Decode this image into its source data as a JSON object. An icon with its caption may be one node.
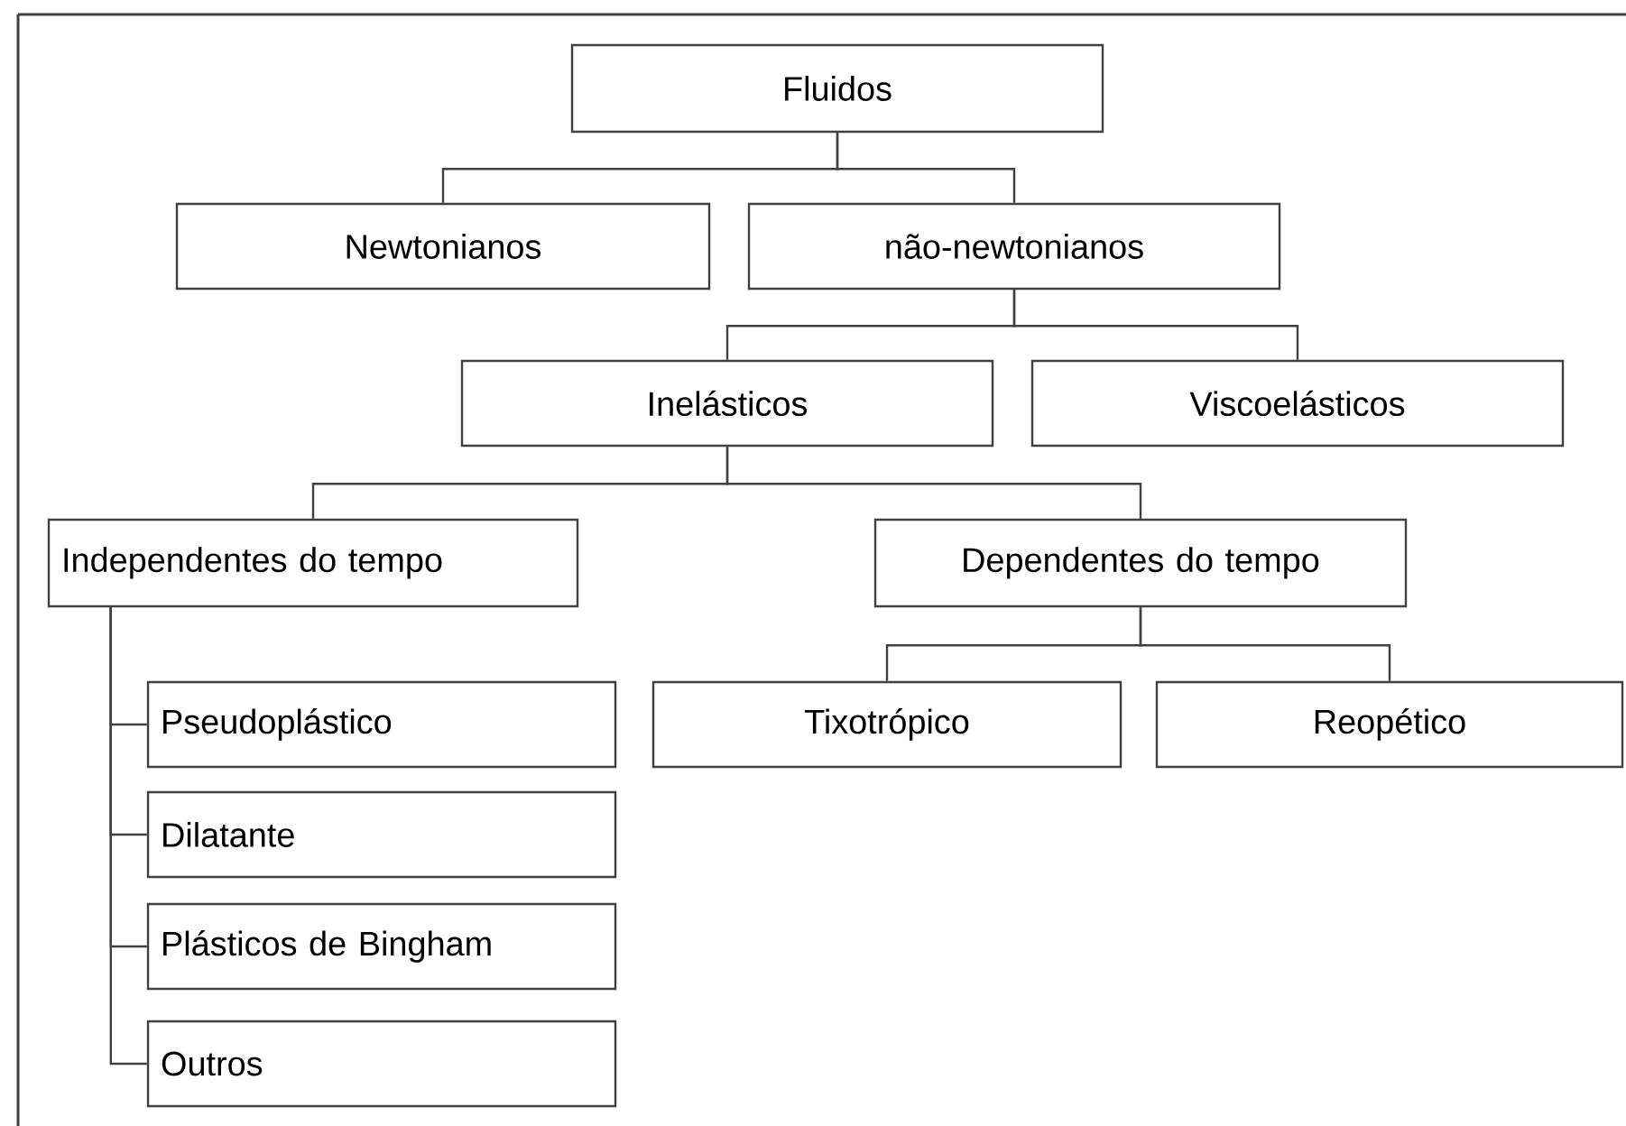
{
  "diagram": {
    "nodes": [
      {
        "text": [
          "Fluidos"
        ]
      },
      {
        "text": [
          "Newtonianos"
        ]
      },
      {
        "text": [
          "não-newtonianos"
        ]
      },
      {
        "text": [
          "Inelásticos"
        ]
      },
      {
        "text": [
          "Viscoelásticos"
        ]
      },
      {
        "text": [
          "Independentes do tempo"
        ]
      },
      {
        "text": [
          "Dependentes do tempo"
        ]
      },
      {
        "text": [
          "Pseudoplástico"
        ]
      },
      {
        "text": [
          "Dilatante"
        ]
      },
      {
        "text": [
          "Plásticos de Bingham"
        ]
      },
      {
        "text": [
          "Outros"
        ]
      },
      {
        "text": [
          "Tixotrópico"
        ]
      },
      {
        "text": [
          "Reopético"
        ]
      }
    ],
    "edges": [
      {
        "from": 0,
        "to": 1,
        "arrow": "none"
      },
      {
        "from": 0,
        "to": 2,
        "arrow": "none"
      },
      {
        "from": 2,
        "to": 3,
        "arrow": "none"
      },
      {
        "from": 2,
        "to": 4,
        "arrow": "none"
      },
      {
        "from": 3,
        "to": 5,
        "arrow": "none"
      },
      {
        "from": 3,
        "to": 6,
        "arrow": "none"
      },
      {
        "from": 5,
        "to": 7,
        "arrow": "none"
      },
      {
        "from": 5,
        "to": 8,
        "arrow": "none"
      },
      {
        "from": 5,
        "to": 9,
        "arrow": "none"
      },
      {
        "from": 5,
        "to": 10,
        "arrow": "none"
      },
      {
        "from": 6,
        "to": 11,
        "arrow": "none"
      },
      {
        "from": 6,
        "to": 12,
        "arrow": "none"
      }
    ]
  }
}
